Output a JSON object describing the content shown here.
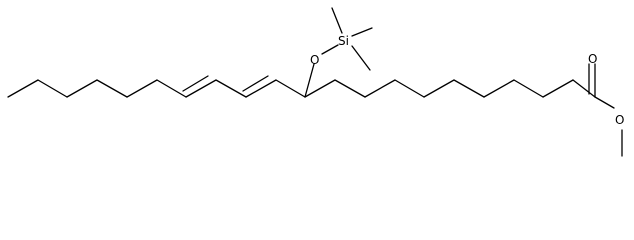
{
  "molecule": {
    "atom_labels": {
      "silicon": "Si",
      "ether_oxygen": "O",
      "carbonyl_oxygen": "O",
      "ester_oxygen": "O"
    },
    "line_color": "#000000",
    "background": "#ffffff"
  }
}
